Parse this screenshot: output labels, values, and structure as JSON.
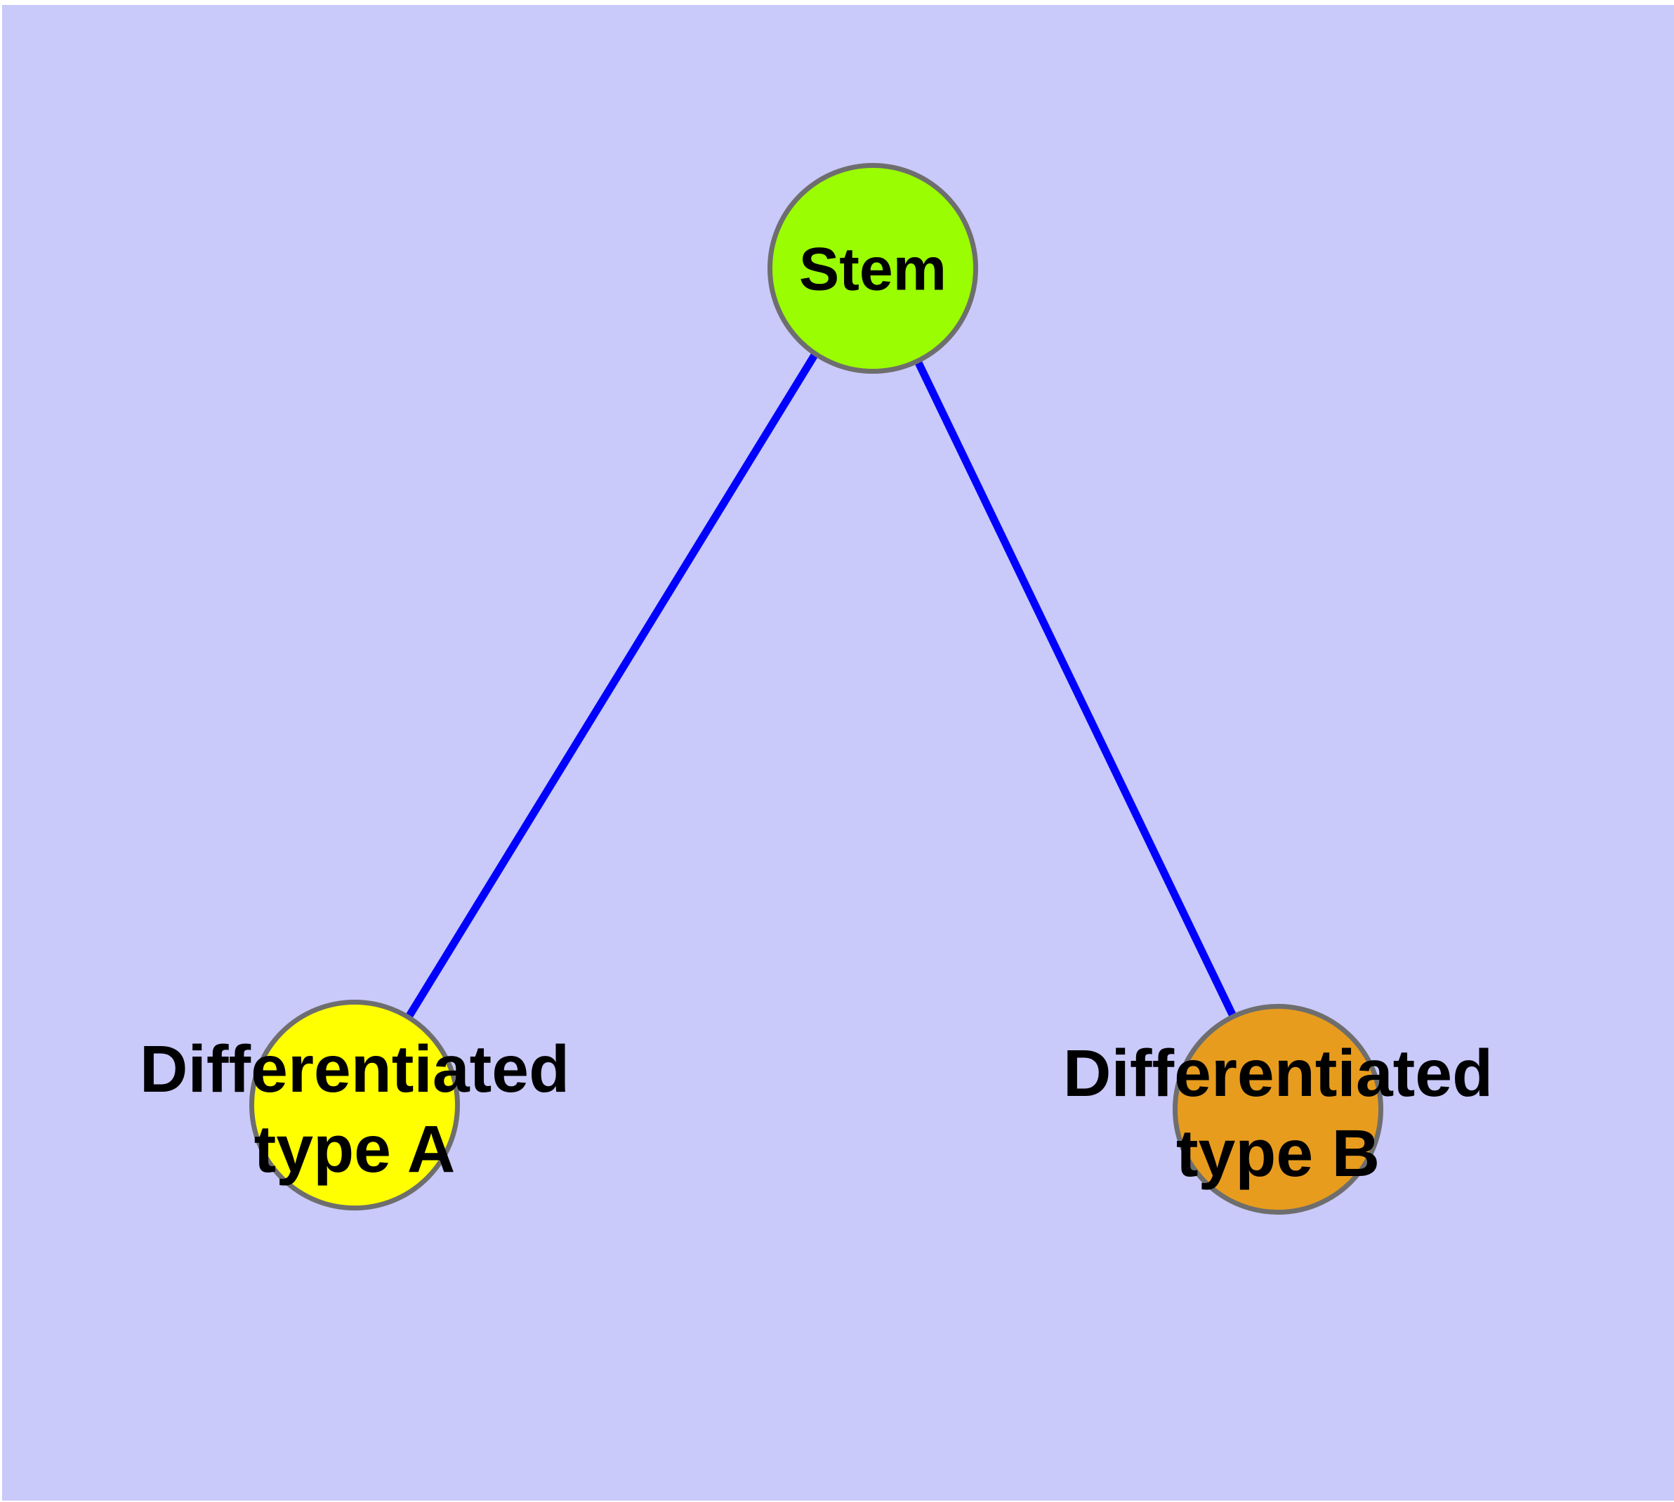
{
  "diagram": {
    "type": "node-edge-graph",
    "background_color": "#c9c9fa",
    "node_border_color": "#6e6e6e",
    "edge_color": "#0000ff",
    "text_color": "#000000",
    "nodes": [
      {
        "id": "stem",
        "label": "Stem",
        "fill_color": "#9afd02",
        "shape": "circle"
      },
      {
        "id": "differentiated-type-a",
        "label": "Differentiated type A",
        "label_line1": "Differentiated",
        "label_line2": "type A",
        "fill_color": "#ffff00",
        "shape": "circle"
      },
      {
        "id": "differentiated-type-b",
        "label": "Differentiated type B",
        "label_line1": "Differentiated",
        "label_line2": "type B",
        "fill_color": "#e89c1e",
        "shape": "circle"
      }
    ],
    "edges": [
      {
        "from": "stem",
        "to": "differentiated-type-a",
        "color": "#0000ff"
      },
      {
        "from": "stem",
        "to": "differentiated-type-b",
        "color": "#0000ff"
      }
    ]
  }
}
